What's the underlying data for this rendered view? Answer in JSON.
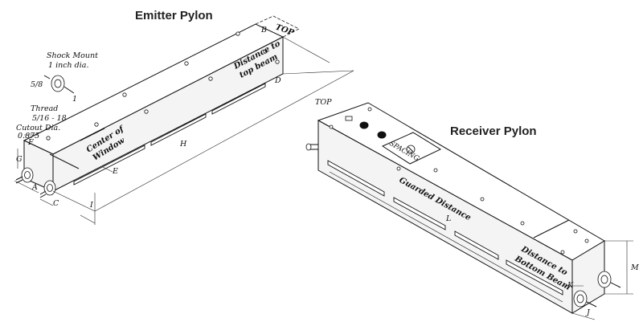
{
  "emitter": {
    "title": "Emitter Pylon",
    "top_label": "TOP",
    "dim_b": "B",
    "dim_d": "D",
    "dim_h": "H",
    "dim_e": "E",
    "dim_i": "I",
    "dim_f": "F",
    "dim_g": "G",
    "dim_a": "A",
    "dim_c": "C",
    "distance_to": "Distance to",
    "top_beam": "top beam",
    "center_of": "Center of",
    "window": "Window",
    "shock_mount": "Shock Mount",
    "shock_dia": "1 inch dia.",
    "shock_58": "5/8",
    "shock_1": "1",
    "thread": "Thread",
    "thread_size": "5/16 - 18",
    "cutout": "Cutout Dia.",
    "cutout_value": "0.875"
  },
  "receiver": {
    "title": "Receiver Pylon",
    "top_label": "TOP",
    "guarded_distance": "Guarded Distance",
    "dim_l": "L",
    "dim_m": "M",
    "dim_k": "K",
    "dim_j": "J",
    "distance_to": "Distance to",
    "bottom_beam": "Bottom Beam",
    "spacing": "SPACING"
  }
}
